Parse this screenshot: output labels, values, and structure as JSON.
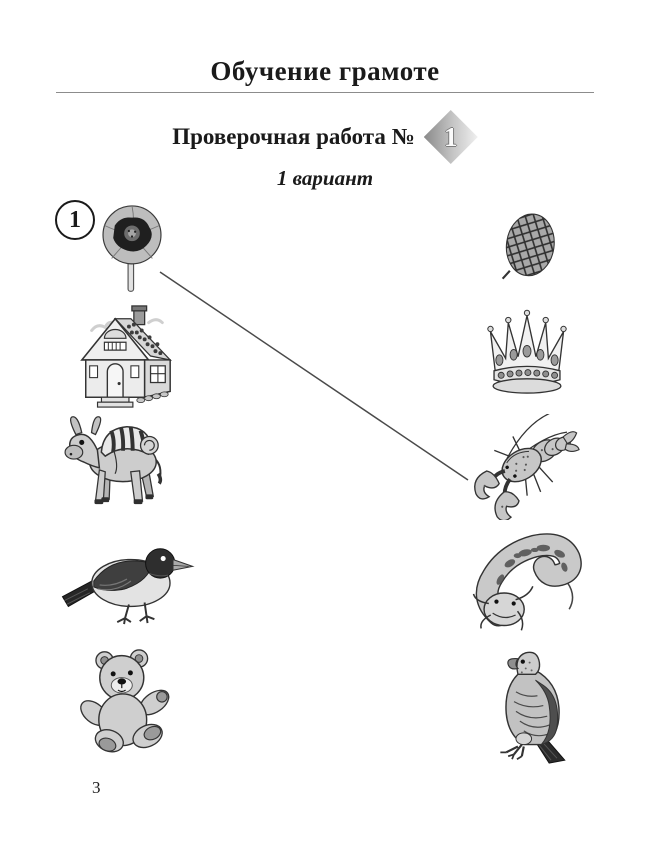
{
  "header": {
    "title": "Обучение грамоте",
    "work_title": "Проверочная работа №",
    "work_number": "1",
    "variant": "1 вариант"
  },
  "exercise": {
    "task_number": "1",
    "type": "picture-matching",
    "left_column_icons": [
      "poppy-flower-icon",
      "house-icon",
      "donkey-with-pack-icon",
      "bird-icon",
      "teddy-bear-icon"
    ],
    "right_column_icons": [
      "pine-cone-icon",
      "crown-icon",
      "crayfish-icon",
      "catfish-icon",
      "eagle-icon"
    ],
    "drawn_connection": {
      "from": "poppy-flower-icon",
      "to": "crayfish-icon"
    }
  },
  "footer": {
    "page_number": "3"
  },
  "colors": {
    "text": "#1a1a1a",
    "rule": "#8c8c8c",
    "badge_gradient_start": "#8a8a8a",
    "badge_gradient_end": "#f0f0f0",
    "connection_line": "#4a4a4a"
  }
}
